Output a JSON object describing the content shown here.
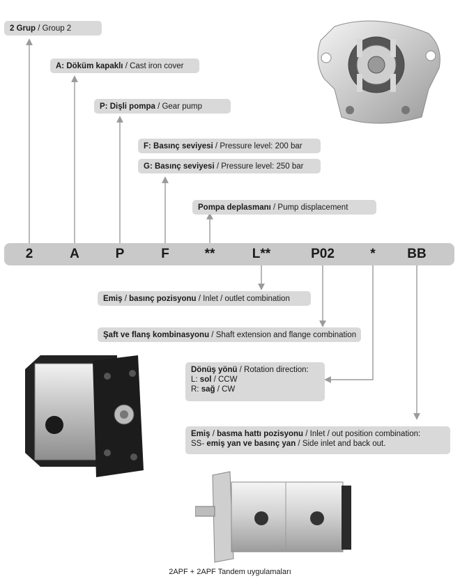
{
  "labels": {
    "group": {
      "bold": "2 Grup",
      "rest": " / Group 2"
    },
    "cover": {
      "bold": "A: Döküm kapaklı",
      "rest": " / Cast iron cover"
    },
    "pump": {
      "bold": "P: Dişli pompa",
      "rest": " / Gear pump"
    },
    "pressure_f": {
      "bold": "F: Basınç seviyesi",
      "rest": " / Pressure level: 200 bar"
    },
    "pressure_g": {
      "bold": "G: Basınç seviyesi",
      "rest": " / Pressure level: 250 bar"
    },
    "displacement": {
      "bold": "Pompa deplasmanı",
      "rest": " / Pump displacement"
    },
    "inlet_outlet": {
      "bold1": "Emiş",
      "sep1": " / ",
      "bold2": "basınç pozisyonu",
      "rest": " / Inlet / outlet combination"
    },
    "shaft": {
      "bold": "Şaft ve flanş kombinasyonu",
      "rest": " / Shaft extension and flange combination"
    },
    "rotation": {
      "line1_bold": "Dönüş yönü",
      "line1_rest": " / Rotation direction:",
      "line2_pre": "L: ",
      "line2_bold": "sol",
      "line2_rest": " / CCW",
      "line3_pre": "R: ",
      "line3_bold": "sağ",
      "line3_rest": " / CW"
    },
    "position": {
      "line1_bold1": "Emiş",
      "line1_sep": " / ",
      "line1_bold2": "basma hattı pozisyonu",
      "line1_rest": " / Inlet / out position combination:",
      "line2_pre": "SS- ",
      "line2_bold": "emiş yan ve basınç yan",
      "line2_rest": " / Side inlet and back out."
    }
  },
  "codes": [
    "2",
    "A",
    "P",
    "F",
    "**",
    "L**",
    "P02",
    "*",
    "BB"
  ],
  "caption": "2APF + 2APF Tandem uygulamaları",
  "colors": {
    "box": "#d9d9d9",
    "bar": "#c9c9c9",
    "connector": "#9a9a9a"
  }
}
